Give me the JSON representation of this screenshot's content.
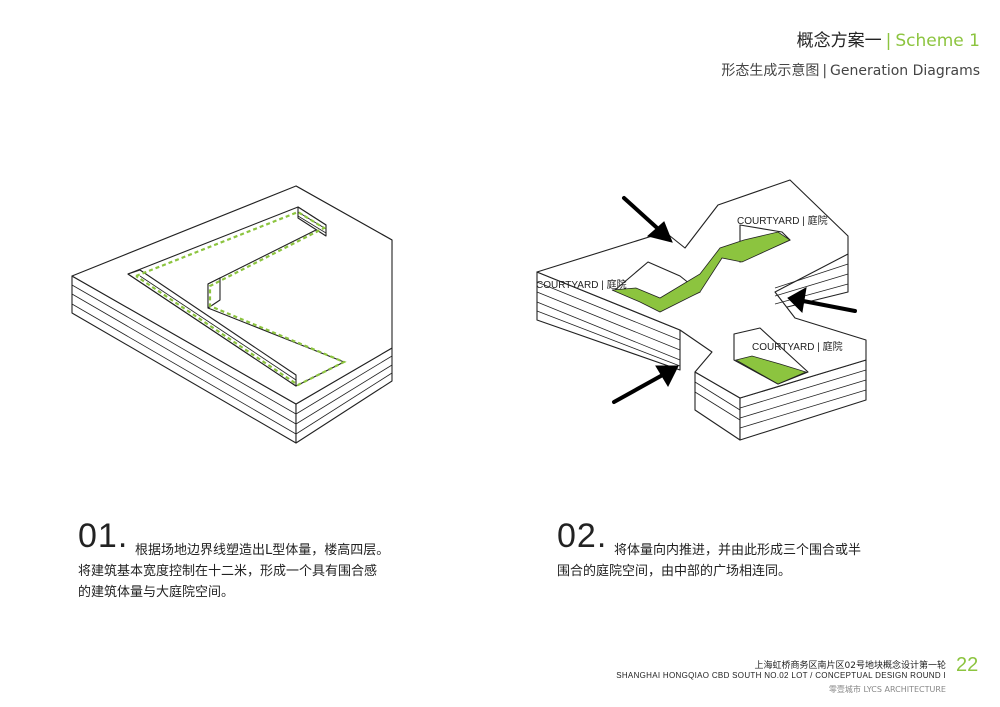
{
  "header": {
    "title_cn": "概念方案一",
    "title_sep": "|",
    "title_en": "Scheme 1",
    "subtitle_cn": "形态生成示意图",
    "subtitle_sep": "|",
    "subtitle_en": "Generation Diagrams"
  },
  "diagram2": {
    "labels": {
      "courtyard_top": "COURTYARD | 庭院",
      "courtyard_left": "COURTYARD | 庭院",
      "courtyard_bottom": "COURTYARD | 庭院"
    }
  },
  "steps": [
    {
      "number": "01.",
      "line1": "根据场地边界线塑造出L型体量，楼高四层。",
      "line2": "将建筑基本宽度控制在十二米，形成一个具有围合感",
      "line3": "的建筑体量与大庭院空间。"
    },
    {
      "number": "02.",
      "line1": "将体量向内推进，并由此形成三个围合或半",
      "line2": "围合的庭院空间，由中部的广场相连同。"
    }
  ],
  "footer": {
    "project_cn": "上海虹桥商务区南片区02号地块概念设计第一轮",
    "project_en": "SHANGHAI HONGQIAO CBD SOUTH NO.02 LOT / CONCEPTUAL DESIGN ROUND I",
    "firm": "零壹城市  LYCS ARCHITECTURE",
    "page_number": "22"
  },
  "colors": {
    "accent": "#8cc43f",
    "line": "#222222"
  }
}
